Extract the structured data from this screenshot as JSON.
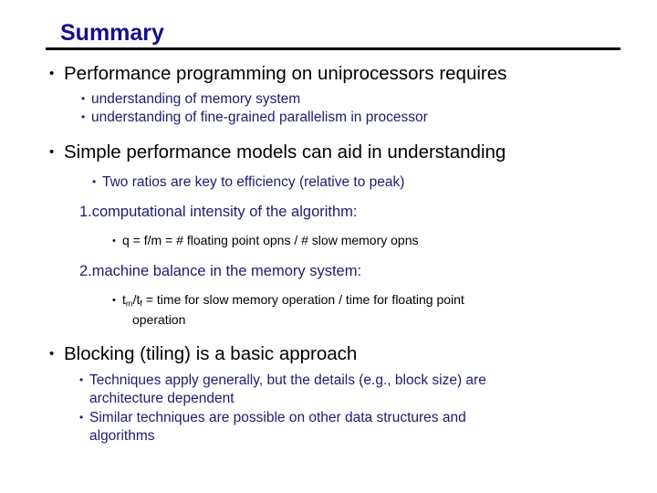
{
  "slide": {
    "title": "Summary",
    "title_color": "#10108c",
    "rule_color": "#000000",
    "background": "#ffffff",
    "bullet_glyph": "•",
    "level1_color": "#000000",
    "level2_color": "#1c1c70",
    "level3_color": "#000000"
  },
  "content": {
    "b1": "Performance programming on uniprocessors requires",
    "b1s1": "understanding of memory system",
    "b1s2": "understanding of fine-grained parallelism in processor",
    "b2": "Simple performance models can aid in understanding",
    "b2s1": "Two ratios are key to efficiency (relative to peak)",
    "n1": "1.computational intensity of the algorithm:",
    "n1s1": "q = f/m = # floating point opns / # slow memory opns",
    "n2": "2.machine balance in the memory system:",
    "n2s1_pre": "t",
    "n2s1_sub1": "m",
    "n2s1_mid": "/t",
    "n2s1_sub2": "f",
    "n2s1_post": " = time for slow memory operation / time for floating point",
    "n2s1_line2": "operation",
    "b3": "Blocking (tiling) is a basic approach",
    "b3s1_line1": "Techniques apply generally, but the details (e.g., block size) are",
    "b3s1_line2": "architecture dependent",
    "b3s2_line1": "Similar techniques are possible on other data structures and",
    "b3s2_line2": "algorithms"
  }
}
